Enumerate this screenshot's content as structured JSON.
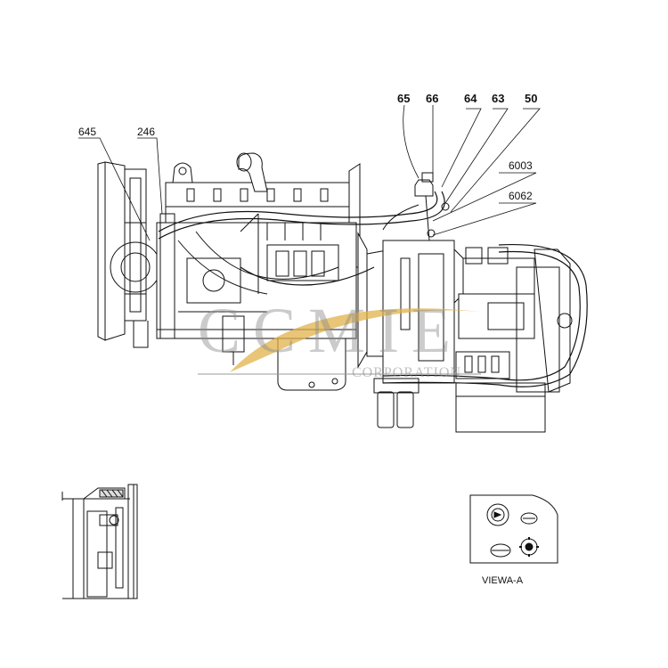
{
  "callouts": {
    "c645": "645",
    "c246": "246",
    "c65": "65",
    "c66": "66",
    "c64": "64",
    "c63": "63",
    "c50": "50",
    "c6003": "6003",
    "c6062": "6062"
  },
  "view": {
    "label": "VIEWA-A"
  },
  "watermark": {
    "brand": "CCMIE",
    "sub": "CORPORATION"
  },
  "colors": {
    "line": "#111111",
    "watermark_gray": "#9a9a9a",
    "watermark_gold": "#e0b14a"
  }
}
